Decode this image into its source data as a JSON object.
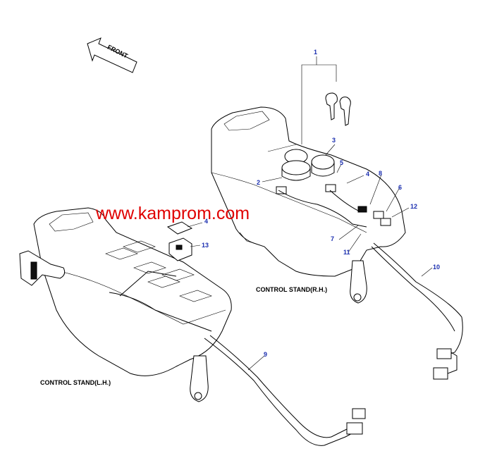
{
  "front_label": "FRONT",
  "watermark": "www.kamprom.com",
  "stand_labels": {
    "rh": "CONTROL STAND(R.H.)",
    "lh": "CONTROL STAND(L.H.)"
  },
  "callouts": {
    "c1": "1",
    "c2": "2",
    "c3": "3",
    "c4a": "4",
    "c4b": "4",
    "c5": "5",
    "c6": "6",
    "c7": "7",
    "c8": "8",
    "c9": "9",
    "c10": "10",
    "c11": "11",
    "c12": "12",
    "c13": "13"
  },
  "colors": {
    "callout": "#1b2fb0",
    "watermark": "#e00000",
    "ink": "#000000"
  }
}
